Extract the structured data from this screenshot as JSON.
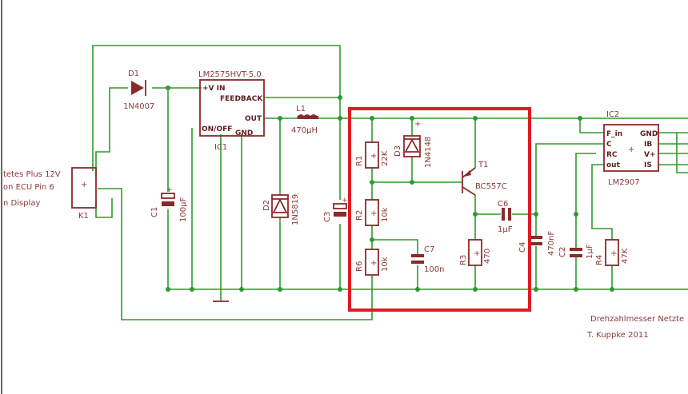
{
  "page_left_text": {
    "line1": "tetes Plus 12V",
    "line2": "on ECU Pin 6",
    "line3": "n Display"
  },
  "components": {
    "d1": {
      "name": "D1",
      "value": "1N4007"
    },
    "ic1": {
      "name": "IC1",
      "type": "LM2575HVT-5.0",
      "pin_vin": "+V IN",
      "pin_feedback": "FEEDBACK",
      "pin_out": "OUT",
      "pin_onoff": "ON/OFF",
      "pin_gnd": "GND"
    },
    "l1": {
      "name": "L1",
      "value": "470µH"
    },
    "c1": {
      "name": "C1",
      "value": "100µF"
    },
    "d2": {
      "name": "D2",
      "value": "1N5819"
    },
    "c3": {
      "name": "C3"
    },
    "k1": {
      "name": "K1"
    },
    "r1": {
      "name": "R1",
      "value": "22K"
    },
    "d3": {
      "name": "D3",
      "value": "1N4148"
    },
    "t1": {
      "name": "T1",
      "value": "BC557C"
    },
    "r2": {
      "name": "R2",
      "value": "10k"
    },
    "c6": {
      "name": "C6",
      "value": "1µF"
    },
    "r6": {
      "name": "R6",
      "value": "10k"
    },
    "c7": {
      "name": "C7",
      "value": "100n"
    },
    "r3": {
      "name": "R3",
      "value": "470"
    },
    "c4": {
      "name": "C4",
      "value": "470nF"
    },
    "c2": {
      "name": "C2",
      "value": "1µF"
    },
    "r4": {
      "name": "R4",
      "value": "47K"
    },
    "ic2": {
      "name": "IC2",
      "type": "LM2907",
      "pin_fin": "F_in",
      "pin_c": "C",
      "pin_rc": "RC",
      "pin_out": "out",
      "pin_gnd": "GND",
      "pin_ib": "IB",
      "pin_vplus": "V+",
      "pin_is": "IS"
    }
  },
  "title_block": {
    "title": "Drehzahlmesser Netzte",
    "author": "T. Kuppke 2011"
  },
  "colors": {
    "wire": "#2f9a2f",
    "part": "#8a2a2a",
    "highlight": "#e01b24",
    "background": "#ffffff"
  }
}
